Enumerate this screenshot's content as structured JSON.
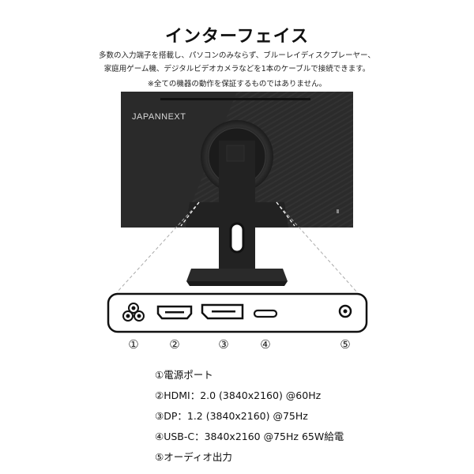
{
  "header": {
    "title": "インターフェイス",
    "description_line1": "多数の入力端子を搭載し、パソコンのみならず、ブルーレイディスクプレーヤー、",
    "description_line2": "家庭用ゲーム機、デジタルビデオカメラなどを1本のケーブルで接続できます。",
    "disclaimer": "※全ての機器の動作を保証するものではありません。"
  },
  "monitor": {
    "brand": "JAPANNEXT",
    "colors": {
      "body": "#2a2a2a",
      "stand": "#1f1f1f"
    }
  },
  "ports": [
    {
      "marker": "①",
      "icon": "power-port-icon"
    },
    {
      "marker": "②",
      "icon": "hdmi-port-icon"
    },
    {
      "marker": "③",
      "icon": "displayport-icon"
    },
    {
      "marker": "④",
      "icon": "usb-c-port-icon"
    },
    {
      "marker": "⑤",
      "icon": "audio-out-icon"
    }
  ],
  "specs": [
    "①電源ポート",
    "②HDMI：2.0 (3840x2160) @60Hz",
    "③DP：1.2 (3840x2160) @75Hz",
    "④USB-C：3840x2160 @75Hz 65W給電",
    "⑤オーディオ出力"
  ]
}
